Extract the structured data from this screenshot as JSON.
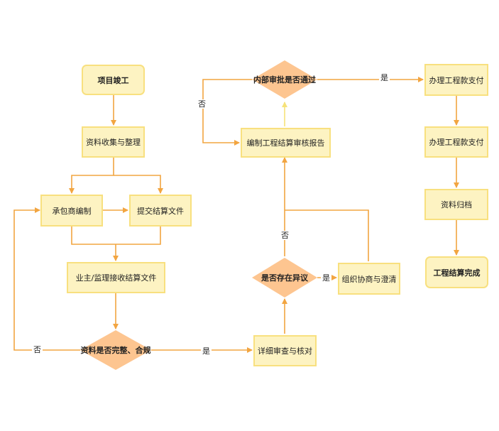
{
  "nodes": {
    "project_completion": "项目竣工",
    "collect_materials": "资料收集与整理",
    "contractor_prepare": "承包商编制",
    "submit_documents": "提交结算文件",
    "owner_receive": "业主/监理接收结算文件",
    "check_complete": "资料是否完整、合规",
    "detailed_review": "详细审查与核对",
    "check_disagreement": "是否存在异议",
    "organize_coordination": "组织协商与澄清",
    "prepare_report": "编制工程结算审核报告",
    "internal_approval": "内部审批是否通过",
    "payment_1": "办理工程款支付",
    "payment_2": "办理工程款支付",
    "archive": "资料归档",
    "settlement_complete": "工程结算完成"
  },
  "edge_labels": {
    "complete_no": "否",
    "complete_yes": "是",
    "disagreement_yes": "是",
    "disagreement_no": "否",
    "approval_no": "否",
    "approval_yes": "是"
  },
  "colors": {
    "box_fill": "#fdf3c2",
    "box_border": "#f8e07f",
    "decision_fill": "#fdc590",
    "arrow": "#f2a541",
    "arrow_light": "#f6e27a"
  }
}
